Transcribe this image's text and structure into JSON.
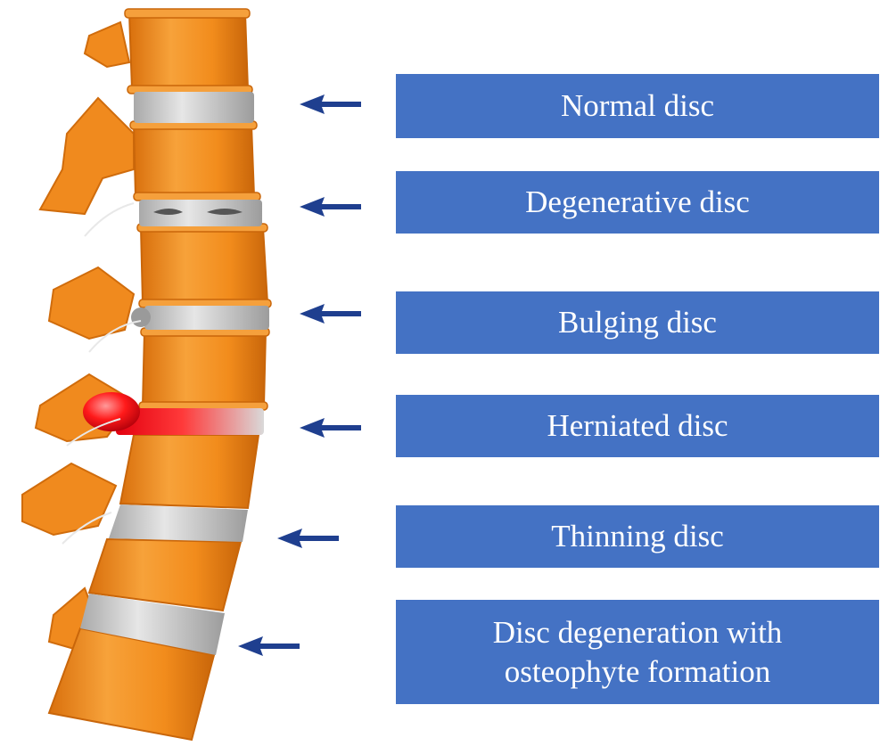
{
  "labels": [
    {
      "id": "normal",
      "text": "Normal disc"
    },
    {
      "id": "degenerative",
      "text": "Degenerative disc"
    },
    {
      "id": "bulging",
      "text": "Bulging disc"
    },
    {
      "id": "herniated",
      "text": "Herniated disc"
    },
    {
      "id": "thinning",
      "text": "Thinning disc"
    },
    {
      "id": "osteophyte",
      "line1": "Disc degeneration with",
      "line2": "osteophyte formation"
    }
  ],
  "colors": {
    "label_background": "#4472c4",
    "label_text": "#ffffff",
    "arrow": "#1f3f8f",
    "bone": "#f28c1c",
    "bone_dark": "#c9660a",
    "disc": "#c8c8c8",
    "herniation": "#e3000f"
  }
}
